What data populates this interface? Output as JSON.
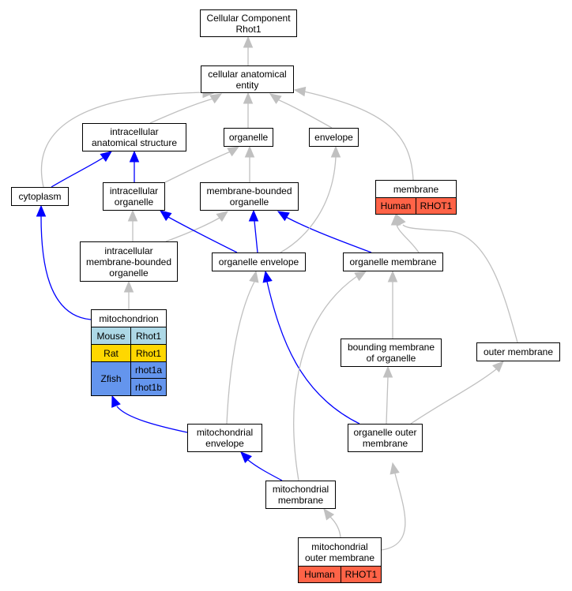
{
  "colors": {
    "blue_edge": "#0000ff",
    "gray_edge": "#c0c0c0",
    "human": "#ff6347",
    "mouse": "#add8e6",
    "rat": "#ffd700",
    "zfish": "#6495ed"
  },
  "nodes": {
    "root": "Cellular Component\nRhot1",
    "cellular_anatomical_entity": "cellular anatomical\nentity",
    "intracellular_anatomical_structure": "intracellular\nanatomical structure",
    "organelle": "organelle",
    "envelope": "envelope",
    "cytoplasm": "cytoplasm",
    "intracellular_organelle": "intracellular\norganelle",
    "membrane_bounded_organelle": "membrane-bounded\norganelle",
    "membrane": {
      "title": "membrane",
      "species": "Human",
      "gene": "RHOT1"
    },
    "intracellular_membrane_bounded_organelle": "intracellular\nmembrane-bounded\norganelle",
    "organelle_envelope": "organelle envelope",
    "organelle_membrane": "organelle membrane",
    "mitochondrion": {
      "title": "mitochondrion",
      "rows": [
        {
          "species": "Mouse",
          "genes": [
            "Rhot1"
          ]
        },
        {
          "species": "Rat",
          "genes": [
            "Rhot1"
          ]
        },
        {
          "species": "Zfish",
          "genes": [
            "rhot1a",
            "rhot1b"
          ]
        }
      ]
    },
    "bounding_membrane_of_organelle": "bounding membrane\nof organelle",
    "outer_membrane": "outer membrane",
    "mitochondrial_envelope": "mitochondrial\nenvelope",
    "organelle_outer_membrane": "organelle outer\nmembrane",
    "mitochondrial_membrane": "mitochondrial\nmembrane",
    "mitochondrial_outer_membrane": {
      "title": "mitochondrial\nouter membrane",
      "species": "Human",
      "gene": "RHOT1"
    }
  }
}
